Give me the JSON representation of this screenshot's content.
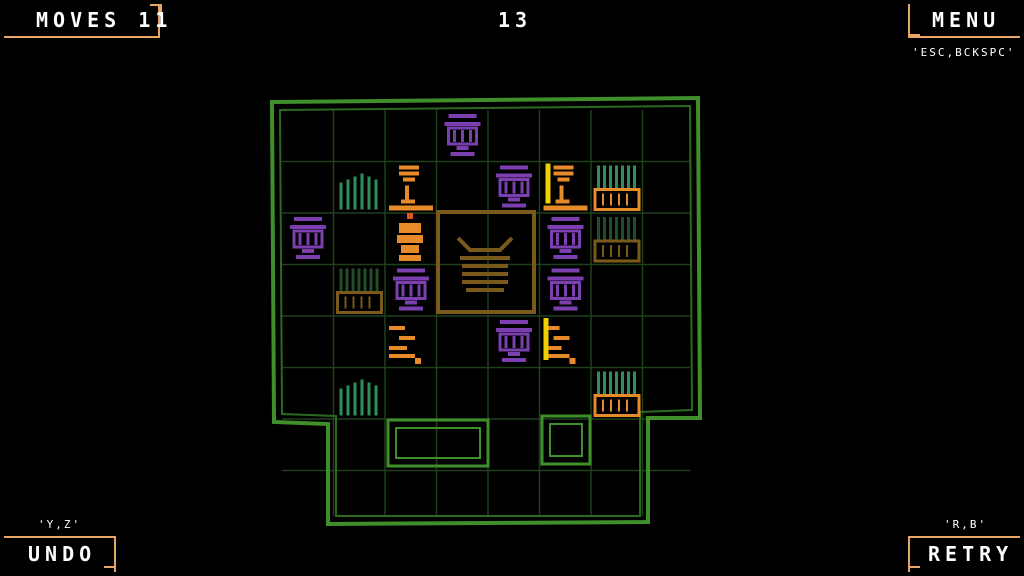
{
  "hud": {
    "moves_label": "MOVES 11",
    "level_number": "13",
    "menu_label": "MENU",
    "menu_hint": "'ESC,BCKSPC'",
    "undo_hint": "'Y,Z'",
    "undo_label": "UNDO",
    "retry_hint": "'R,B'",
    "retry_label": "RETRY"
  },
  "colors": {
    "background": "#000000",
    "frame_orange": "#e9a566",
    "wall_green": "#3f8f2a",
    "grid_line": "#1f3f1a",
    "purple": "#7b3fb0",
    "orange": "#e68a2a",
    "yellow": "#f5d000",
    "teal_green": "#2f8f5a",
    "brown": "#7a5a1a"
  },
  "board": {
    "tiles": [
      {
        "type": "purple-urn",
        "col": 3,
        "row": 0
      },
      {
        "type": "green-grass",
        "col": 1,
        "row": 1
      },
      {
        "type": "orange-pedestal",
        "col": 2,
        "row": 1
      },
      {
        "type": "purple-urn",
        "col": 4,
        "row": 1
      },
      {
        "type": "yellow-pedestal",
        "col": 5,
        "row": 1
      },
      {
        "type": "green-crate",
        "col": 6,
        "row": 1
      },
      {
        "type": "purple-urn",
        "col": 0,
        "row": 2
      },
      {
        "type": "orange-player",
        "col": 2,
        "row": 2
      },
      {
        "type": "purple-urn",
        "col": 5,
        "row": 2
      },
      {
        "type": "dark-crate",
        "col": 6,
        "row": 2
      },
      {
        "type": "dark-crate",
        "col": 1,
        "row": 3
      },
      {
        "type": "purple-urn",
        "col": 2,
        "row": 3
      },
      {
        "type": "purple-urn",
        "col": 5,
        "row": 3
      },
      {
        "type": "orange-step",
        "col": 2,
        "row": 4
      },
      {
        "type": "purple-urn",
        "col": 4,
        "row": 4
      },
      {
        "type": "yellow-step",
        "col": 5,
        "row": 4
      },
      {
        "type": "green-crate",
        "col": 6,
        "row": 5
      },
      {
        "type": "green-grass",
        "col": 1,
        "row": 5
      }
    ]
  }
}
